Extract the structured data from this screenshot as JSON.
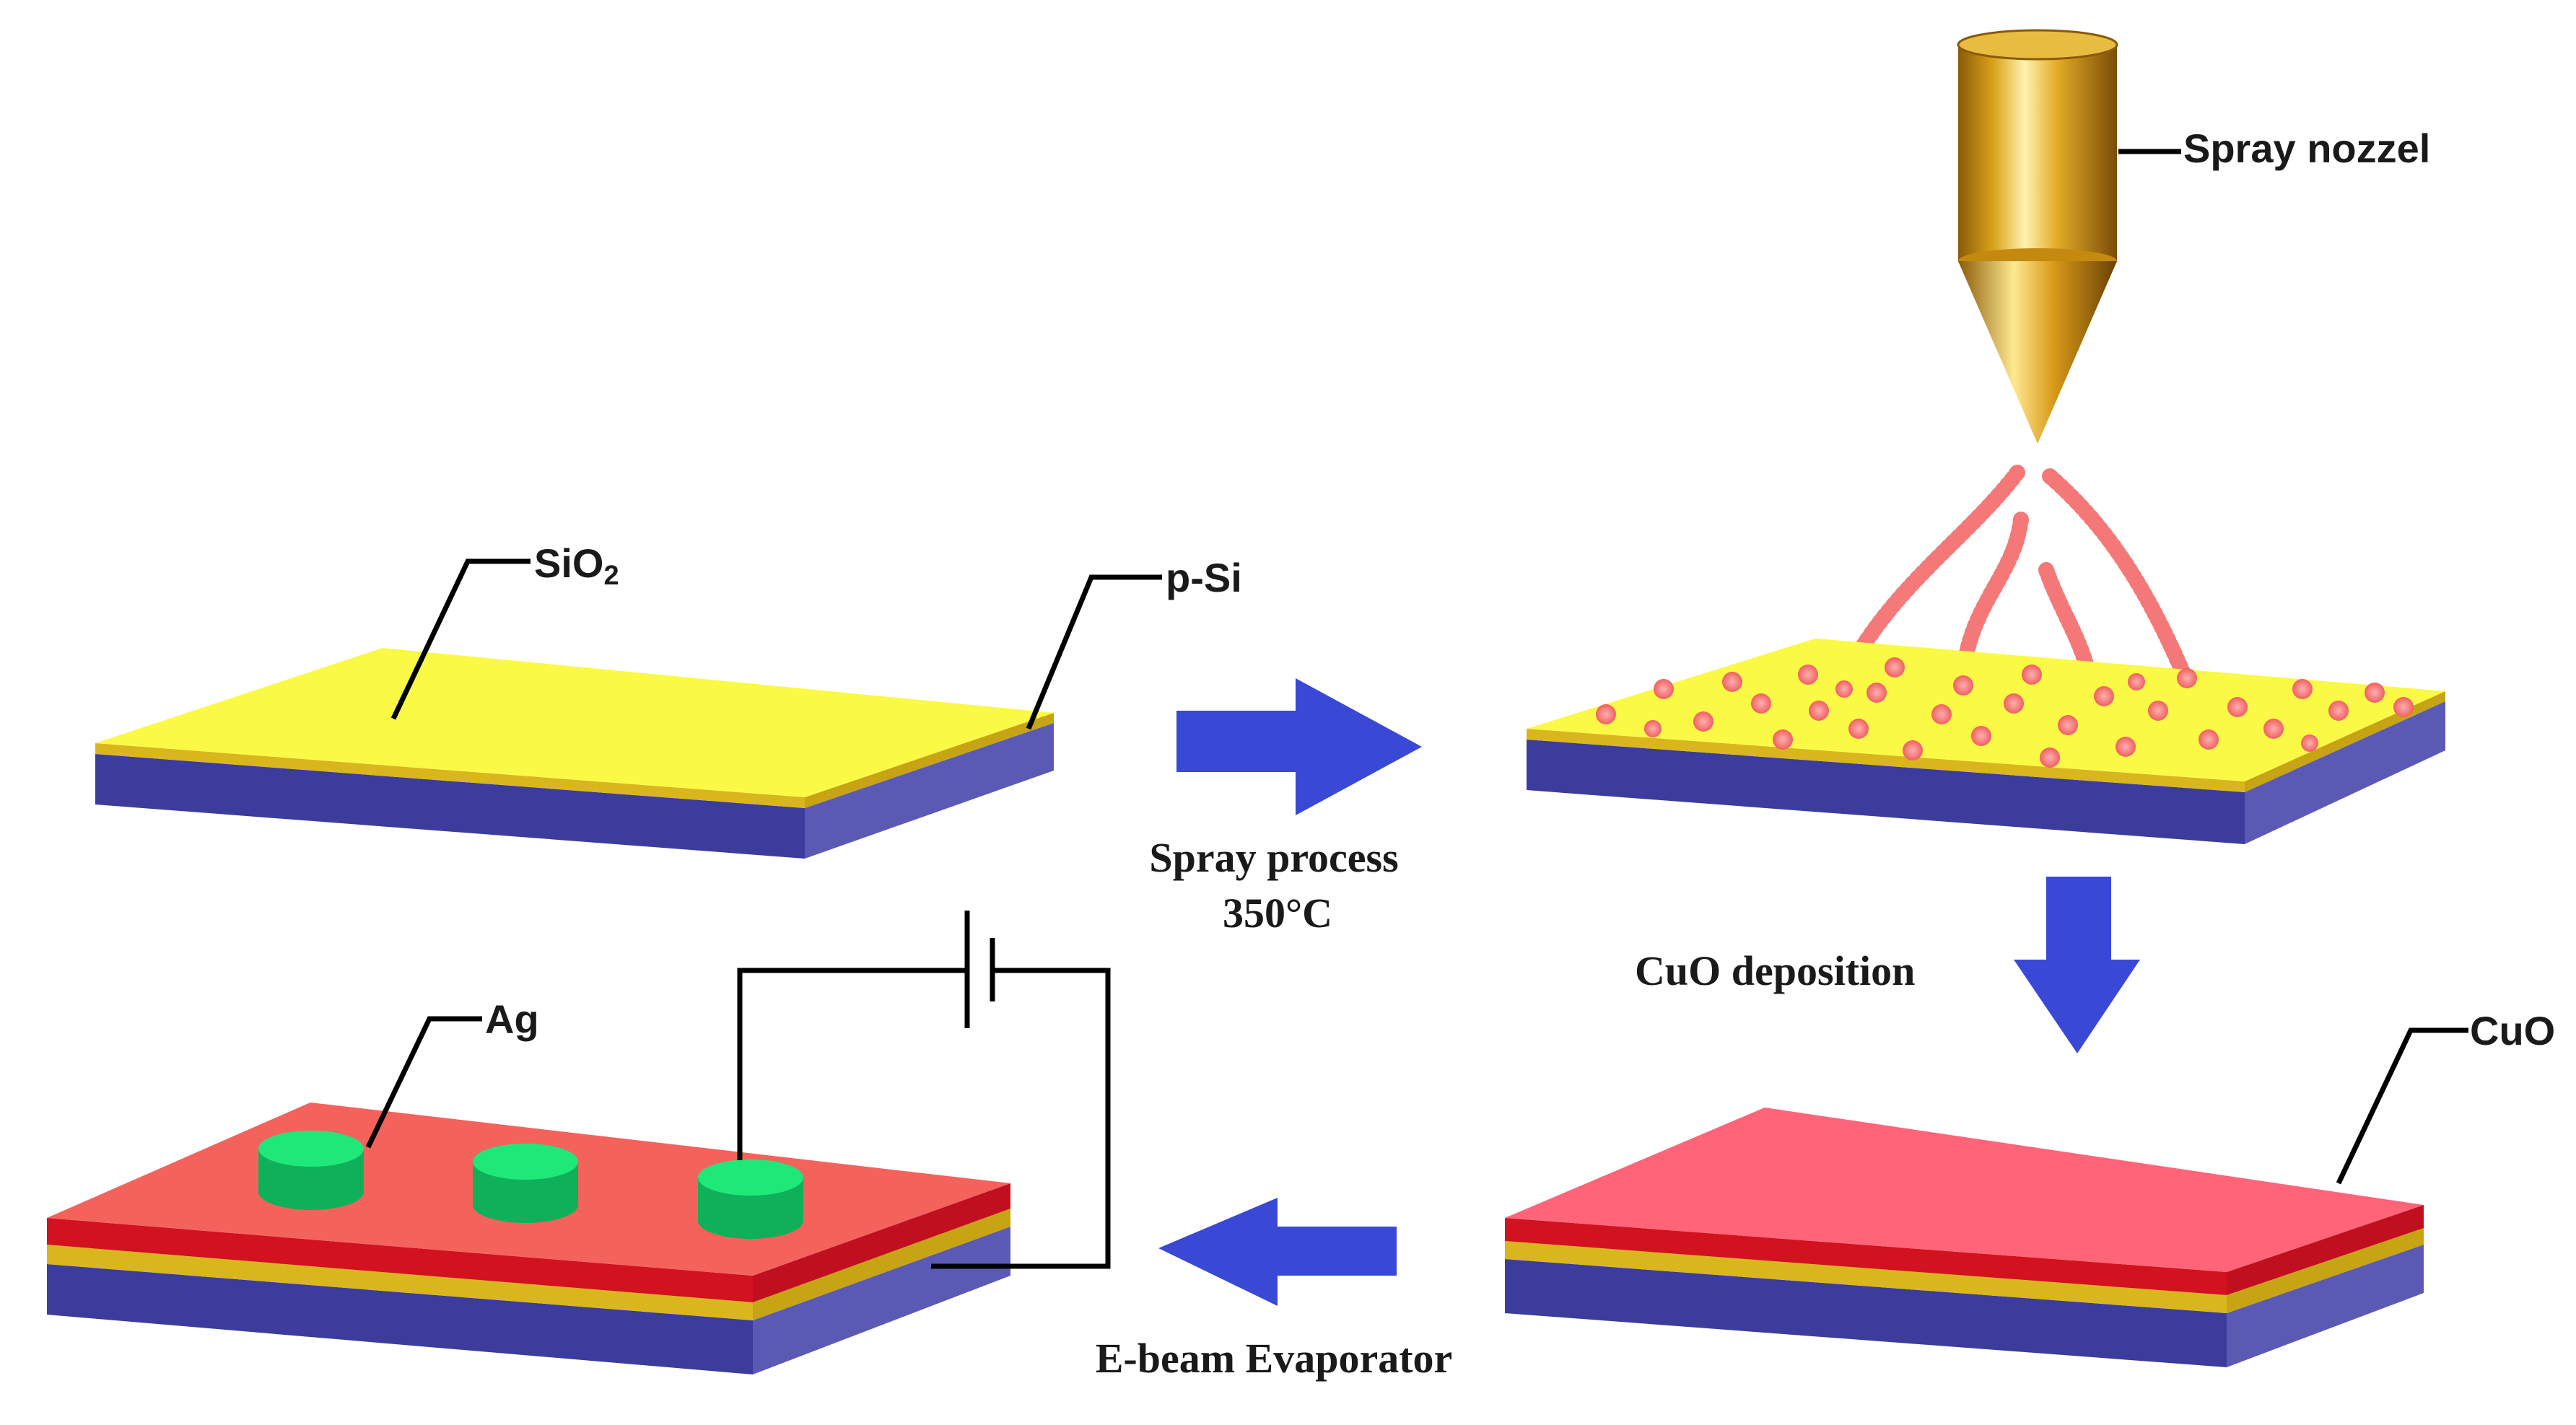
{
  "labels": {
    "sio2_main": "SiO",
    "sio2_sub": "2",
    "psi": "p-Si",
    "spray_nozzel": "Spray nozzel",
    "cuo": "CuO",
    "ag": "Ag"
  },
  "process": {
    "spray_line1": "Spray process",
    "spray_line2": "350°C",
    "cuo_deposition": "CuO deposition",
    "ebeam": "E-beam Evaporator"
  },
  "colors": {
    "sio2_top": "#fafa46",
    "sio2_edge": "#e3c21e",
    "psi_front": "#3c3c9c",
    "psi_side": "#5a5ab4",
    "cuo_top_bright": "#ff6478",
    "cuo_top_dark": "#f4625c",
    "cuo_edge": "#d2121e",
    "ag_top": "#20e878",
    "ag_side": "#10b05a",
    "arrow": "#3a48d6",
    "spray": "#f46a6a",
    "nozzle_body": "#d9a21a"
  }
}
